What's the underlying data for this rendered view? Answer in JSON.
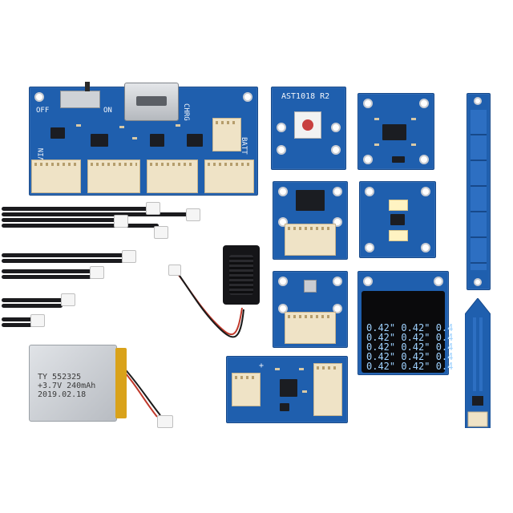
{
  "colors": {
    "pcb_blue": "#1f5fae",
    "oled_text": "#9fd2ff",
    "connector_cream": "#efe3c6",
    "battery_silver": "#c9cdd2",
    "kapton_amber": "#d9a21a"
  },
  "main_board": {
    "label_off": "OFF",
    "label_on": "ON",
    "label_chrg": "CHRG",
    "label_vin": "VIN",
    "label_batt": "BATT"
  },
  "led_module": {
    "label": "AST1018 R2"
  },
  "oled_module": {
    "rows": [
      "0.42\" 0.42\" 0.4",
      "0.42\" 0.42\" 0.4",
      "0.42\" 0.42\" 0.4",
      "0.42\" 0.42\" 0.4",
      "0.42\" 0.42\" 0.4"
    ]
  },
  "battery": {
    "line1": "TY 552325",
    "line2": "+3.7V 240mAh",
    "line3": "2019.02.18"
  }
}
